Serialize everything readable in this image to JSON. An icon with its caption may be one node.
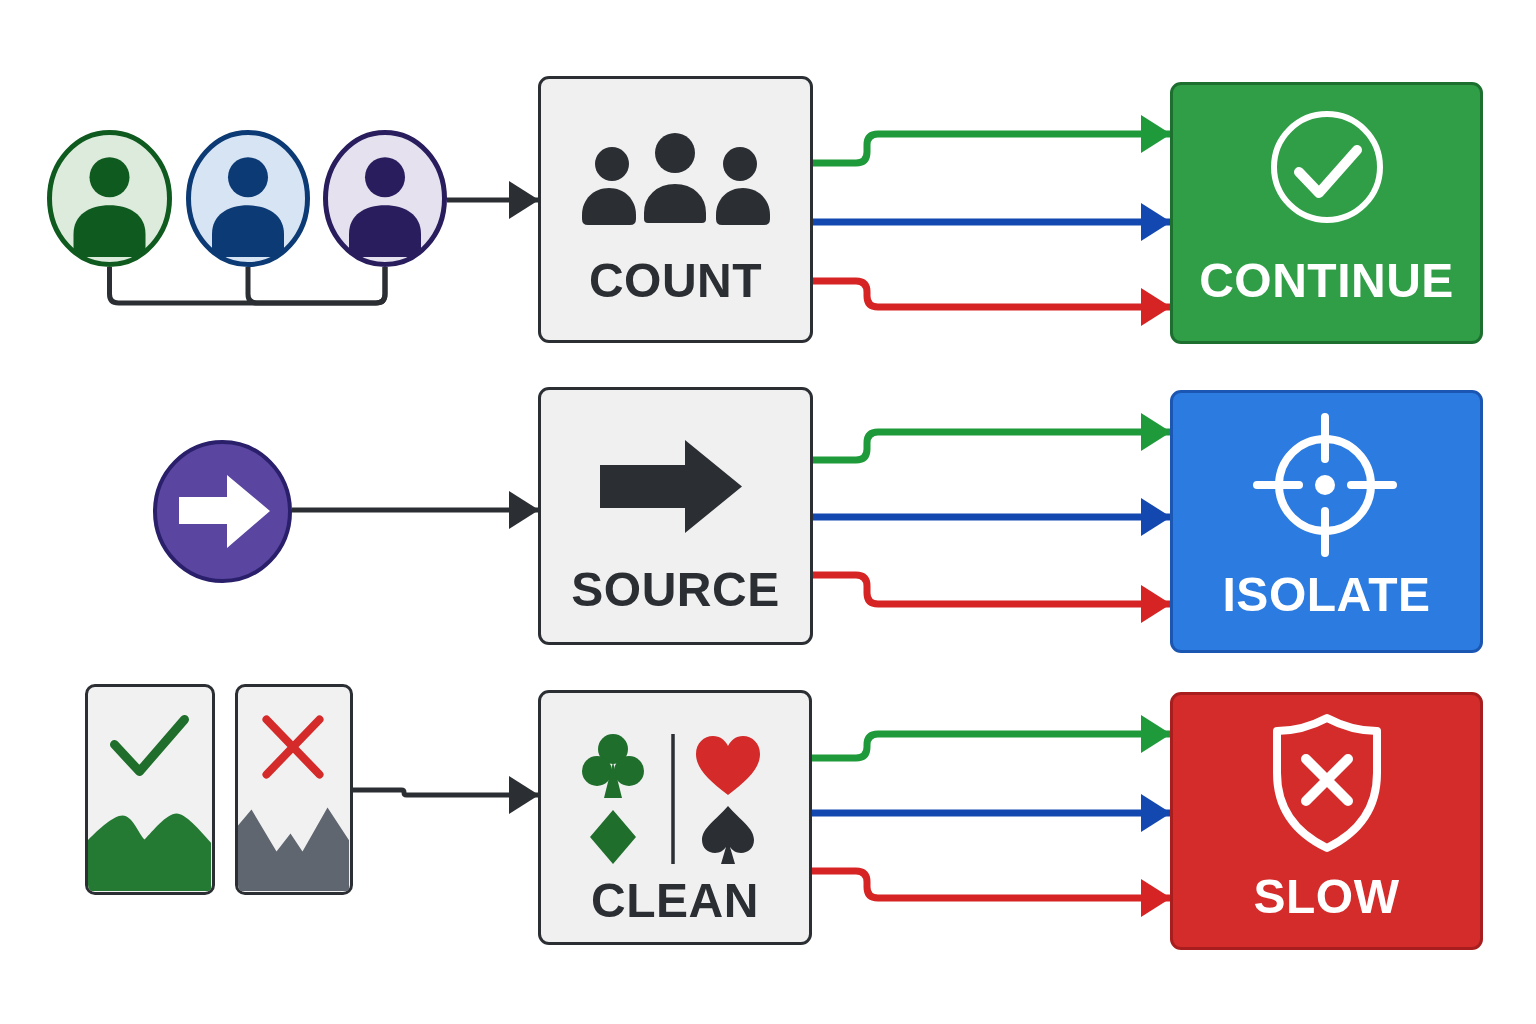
{
  "diagram": {
    "nodes": [
      {
        "text": [],
        "shape": "person"
      },
      {
        "text": [],
        "shape": "person"
      },
      {
        "text": [],
        "shape": "person"
      },
      {
        "text": [
          "COUNT"
        ]
      },
      {
        "text": [
          "CONTINUE"
        ]
      },
      {
        "text": [],
        "shape": "circle"
      },
      {
        "text": [
          "SOURCE"
        ]
      },
      {
        "text": [
          "ISOLATE"
        ]
      },
      {
        "text": [],
        "shape": "picture"
      },
      {
        "text": [],
        "shape": "picture"
      },
      {
        "text": [
          "CLEAN"
        ]
      },
      {
        "text": [
          "SLOW"
        ]
      }
    ],
    "edges": [
      {
        "from": 0,
        "to": 2,
        "arrow": "none"
      },
      {
        "from": 1,
        "to": 2,
        "arrow": "none"
      },
      {
        "from": 2,
        "to": 3,
        "arrow": "to"
      },
      {
        "from": 3,
        "to": 4,
        "arrow": "to",
        "color": "#1f9a3b"
      },
      {
        "from": 3,
        "to": 4,
        "arrow": "to",
        "color": "#1348b0"
      },
      {
        "from": 3,
        "to": 4,
        "arrow": "to",
        "color": "#d62323"
      },
      {
        "from": 5,
        "to": 6,
        "arrow": "to"
      },
      {
        "from": 6,
        "to": 7,
        "arrow": "to",
        "color": "#1f9a3b"
      },
      {
        "from": 6,
        "to": 7,
        "arrow": "to",
        "color": "#1348b0"
      },
      {
        "from": 6,
        "to": 7,
        "arrow": "to",
        "color": "#d62323"
      },
      {
        "from": 9,
        "to": 10,
        "arrow": "to"
      },
      {
        "from": 10,
        "to": 11,
        "arrow": "to",
        "color": "#1f9a3b"
      },
      {
        "from": 10,
        "to": 11,
        "arrow": "to",
        "color": "#1348b0"
      },
      {
        "from": 10,
        "to": 11,
        "arrow": "to",
        "color": "#d62323"
      }
    ]
  }
}
